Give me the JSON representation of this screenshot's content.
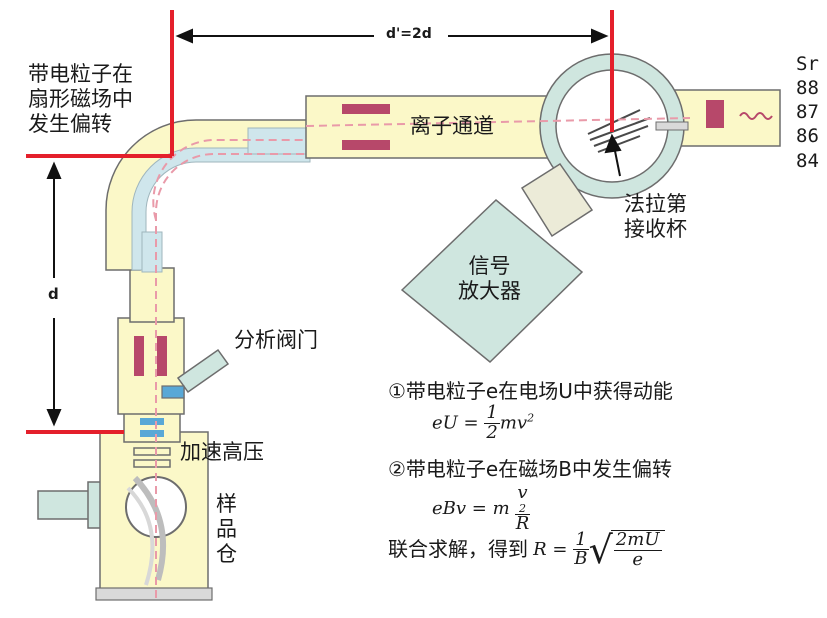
{
  "labels": {
    "deflection": [
      "带电粒子在",
      "扇形磁场中",
      "发生偏转"
    ],
    "distance_top": "d'=2d",
    "distance_left": "d",
    "ion_channel": "离子通道",
    "sr": "Sr",
    "isotopes": [
      "88",
      "87",
      "86",
      "84"
    ],
    "faraday": [
      "法拉第",
      "接收杯"
    ],
    "amplifier": [
      "信号",
      "放大器"
    ],
    "valve": "分析阀门",
    "accel": "加速高压",
    "sample": [
      "样",
      "品",
      "仓"
    ]
  },
  "explanation": {
    "step1_text": "①带电粒子e在电场U中获得动能",
    "step1_eq_lhs": "eU =",
    "step1_eq_num": "1",
    "step1_eq_den": "2",
    "step1_eq_rhs": "mv",
    "step1_eq_exp": "2",
    "step2_text": "②带电粒子e在磁场B中发生偏转",
    "step2_eq_lhs": "eBv = m",
    "step2_eq_num": "v",
    "step2_eq_num_exp": "2",
    "step2_eq_den": "R",
    "step3_text": "联合求解，得到",
    "step3_eq_lhs": "R =",
    "step3_eq_num": "1",
    "step3_eq_den": "B",
    "step3_sqrt_num": "2mU",
    "step3_sqrt_den": "e"
  },
  "colors": {
    "body_fill": "#fbf8c8",
    "body_stroke": "#6d6d6d",
    "tube_fill": "#cfe6ec",
    "amp_fill": "#cfe6df",
    "plate": "#b7486a",
    "beam": "#e99aa9",
    "red_line": "#e41f2b",
    "blue_block": "#59a8d6",
    "gray": "#9a9a9a"
  }
}
